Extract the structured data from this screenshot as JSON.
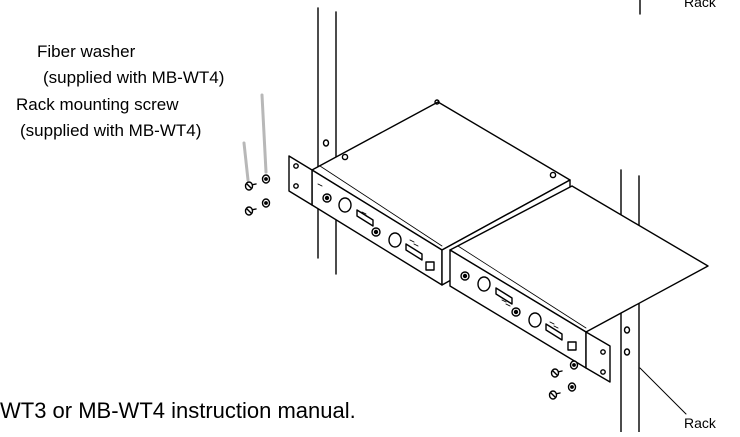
{
  "labels": {
    "fiber_washer": "Fiber washer",
    "fiber_washer_note": "(supplied with MB-WT4)",
    "rack_screw": "Rack mounting screw",
    "rack_screw_note": "(supplied with MB-WT4)",
    "rack_top": "Rack",
    "rack_bottom": "Rack",
    "manual_note": "WT3 or MB-WT4 instruction manual."
  }
}
